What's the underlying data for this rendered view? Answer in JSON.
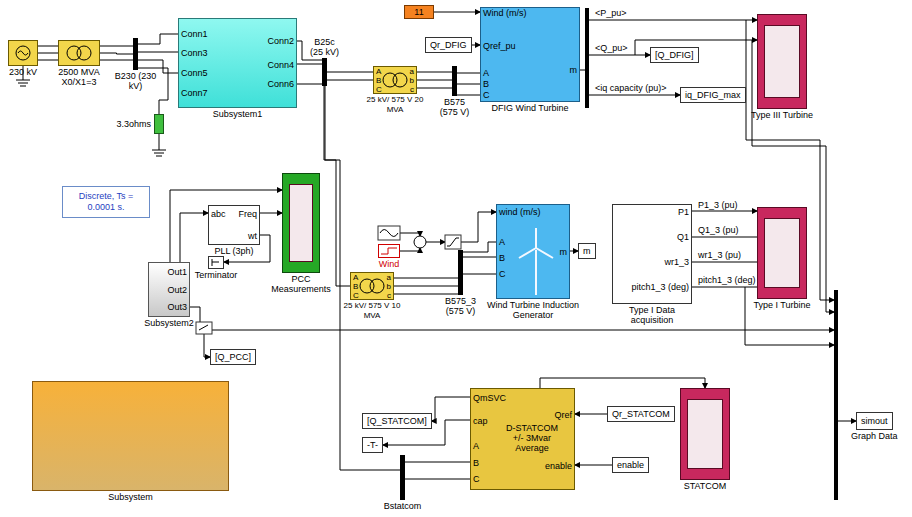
{
  "diagram": {
    "nodes": [
      {
        "text": [
          "230 kV"
        ]
      },
      {
        "text": [
          "2500 MVA X0/X1=3"
        ]
      },
      {
        "text": [
          "B230 (230 kV)"
        ]
      },
      {
        "text": [
          "Conn1",
          "Conn3",
          "Conn5",
          "Conn7",
          "Conn2",
          "Conn4",
          "Conn6",
          "Subsystem1"
        ]
      },
      {
        "text": [
          "B25c (25 kV)"
        ]
      },
      {
        "text": [
          "A",
          "B",
          "C",
          "a",
          "b",
          "c",
          "25 kV/ 575 V 20 MVA"
        ]
      },
      {
        "text": [
          "B575 (575 V)"
        ]
      },
      {
        "text": [
          "11"
        ]
      },
      {
        "text": [
          "Qr_DFIG"
        ]
      },
      {
        "text": [
          "Wind (m/s)",
          "Qref_pu",
          "A",
          "B",
          "C",
          "m",
          "DFIG Wind Turbine"
        ]
      },
      {
        "text": [
          "[Q_DFIG]"
        ]
      },
      {
        "text": [
          "iq_DFIG_max"
        ]
      },
      {
        "text": [
          "Type III Turbine"
        ]
      },
      {
        "text": [
          "3.3ohms"
        ]
      },
      {
        "text": [
          "Discrete, Ts = 0.0001 s."
        ]
      },
      {
        "text": [
          "Out1",
          "Out2",
          "Out3",
          "Subsystem2"
        ]
      },
      {
        "text": [
          "abc",
          "Freq",
          "wt",
          "PLL (3ph)"
        ]
      },
      {
        "text": [
          "Terminator"
        ]
      },
      {
        "text": [
          "PCC Measurements"
        ]
      },
      {
        "text": [
          "[Q_PCC]"
        ]
      },
      {
        "text": [
          "Wind"
        ]
      },
      {
        "text": [
          "A",
          "B",
          "C",
          "a",
          "b",
          "c",
          "25 kV/ 575 V 10 MVA"
        ]
      },
      {
        "text": [
          "B575_3 (575 V)"
        ]
      },
      {
        "text": [
          "wind (m/s)",
          "A",
          "B",
          "C",
          "m",
          "Wind Turbine Induction Generator"
        ]
      },
      {
        "text": [
          "m"
        ]
      },
      {
        "text": [
          "P1",
          "Q1",
          "wr1_3",
          "pitch1_3 (deg)",
          "Type I Data acquisition"
        ]
      },
      {
        "text": [
          "Type I Turbine"
        ]
      },
      {
        "text": [
          "Subsystem"
        ]
      },
      {
        "text": [
          "[Q_STATCOM]"
        ]
      },
      {
        "text": [
          "-T-"
        ]
      },
      {
        "text": [
          "Bstatcom"
        ]
      },
      {
        "text": [
          "QmSVC",
          "cap",
          "A",
          "B",
          "C",
          "Qref",
          "enable",
          "D-STATCOM +/- 3Mvar Average"
        ]
      },
      {
        "text": [
          "Qr_STATCOM"
        ]
      },
      {
        "text": [
          "enable"
        ]
      },
      {
        "text": [
          "STATCOM"
        ]
      },
      {
        "text": [
          "simout",
          "Graph Data"
        ]
      }
    ],
    "edges": [
      {
        "from": 0,
        "to": 1,
        "arrow": "none"
      },
      {
        "from": 1,
        "to": 2,
        "arrow": "none"
      },
      {
        "from": 2,
        "to": 3,
        "arrow": "none"
      },
      {
        "from": 2,
        "to": 13,
        "arrow": "none"
      },
      {
        "from": 3,
        "to": 4,
        "arrow": "none"
      },
      {
        "from": 4,
        "to": 5,
        "arrow": "none"
      },
      {
        "from": 5,
        "to": 6,
        "arrow": "none"
      },
      {
        "from": 6,
        "to": 9,
        "arrow": "none"
      },
      {
        "from": 7,
        "to": 9,
        "arrow": "to"
      },
      {
        "from": 8,
        "to": 9,
        "arrow": "to"
      },
      {
        "from": 4,
        "to": 21,
        "arrow": "none"
      },
      {
        "from": 21,
        "to": 22,
        "arrow": "none"
      },
      {
        "from": 22,
        "to": 23,
        "arrow": "none"
      },
      {
        "from": 23,
        "to": 24,
        "arrow": "to"
      },
      {
        "from": 25,
        "to": 26,
        "arrow": "to"
      },
      {
        "from": 15,
        "to": 18,
        "arrow": "to"
      },
      {
        "from": 15,
        "to": 16,
        "arrow": "to"
      },
      {
        "from": 16,
        "to": 18,
        "arrow": "to"
      },
      {
        "from": 16,
        "to": 17,
        "arrow": "to"
      },
      {
        "from": 4,
        "to": 30,
        "arrow": "none"
      },
      {
        "from": 30,
        "to": 31,
        "arrow": "none"
      },
      {
        "from": 31,
        "to": 28,
        "arrow": "to"
      },
      {
        "from": 31,
        "to": 29,
        "arrow": "to"
      },
      {
        "from": 32,
        "to": 31,
        "arrow": "to"
      },
      {
        "from": 33,
        "to": 31,
        "arrow": "to"
      },
      {
        "from": 31,
        "to": 34,
        "arrow": "to"
      }
    ],
    "labels": [
      "<P_pu>",
      "<Q_pu>",
      "<iq capacity (pu)>",
      "P1_3 (pu)",
      "Q1_3 (pu)",
      "wr1_3 (pu)",
      "pitch1_3 (deg)"
    ]
  }
}
